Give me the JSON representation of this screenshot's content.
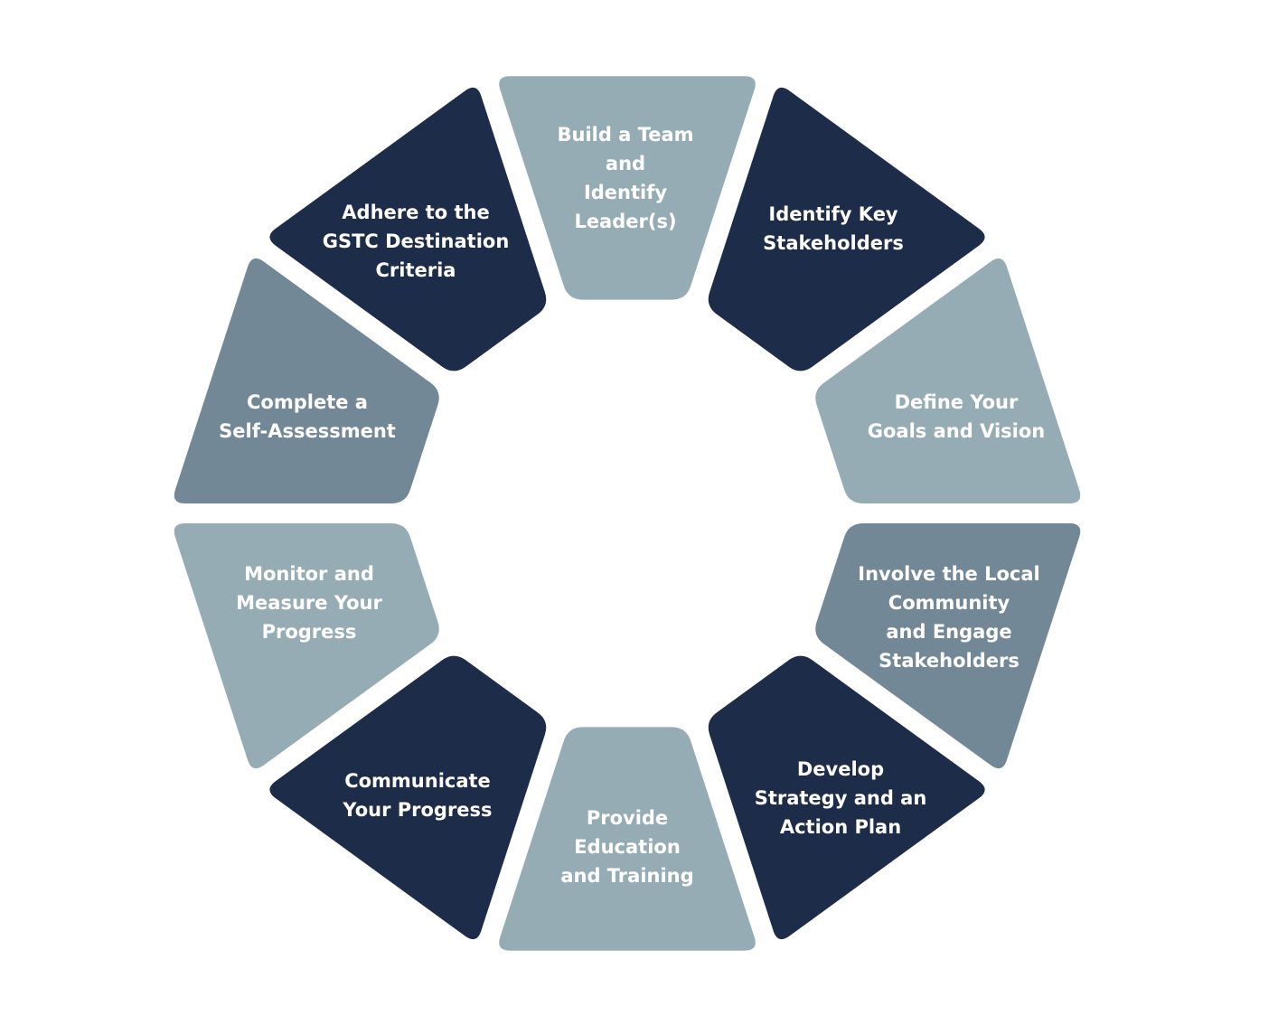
{
  "colors": {
    "navy": "#1d2c48",
    "light": "#96acb4",
    "mid": "#738896",
    "label": "#ffffff",
    "background": "#ffffff"
  },
  "segments": [
    {
      "id": "build-team",
      "lines": [
        "Build a Team",
        "and",
        "Identify",
        "Leader(s)"
      ],
      "color": "light"
    },
    {
      "id": "identify-stakeholders",
      "lines": [
        "Identify Key",
        "Stakeholders"
      ],
      "color": "navy"
    },
    {
      "id": "define-goals",
      "lines": [
        "Define Your",
        "Goals and Vision"
      ],
      "color": "light"
    },
    {
      "id": "involve-community",
      "lines": [
        "Involve the Local",
        "Community",
        "and Engage",
        "Stakeholders"
      ],
      "color": "mid"
    },
    {
      "id": "develop-strategy",
      "lines": [
        "Develop",
        "Strategy and an",
        "Action Plan"
      ],
      "color": "navy"
    },
    {
      "id": "provide-education",
      "lines": [
        "Provide",
        "Education",
        "and Training"
      ],
      "color": "light"
    },
    {
      "id": "communicate-progress",
      "lines": [
        "Communicate",
        "Your Progress"
      ],
      "color": "navy"
    },
    {
      "id": "monitor-progress",
      "lines": [
        "Monitor and",
        "Measure Your",
        "Progress"
      ],
      "color": "light"
    },
    {
      "id": "self-assessment",
      "lines": [
        "Complete a",
        "Self-Assessment"
      ],
      "color": "mid"
    },
    {
      "id": "adhere-criteria",
      "lines": [
        "Adhere to the",
        "GSTC Destination",
        "Criteria"
      ],
      "color": "navy"
    }
  ]
}
